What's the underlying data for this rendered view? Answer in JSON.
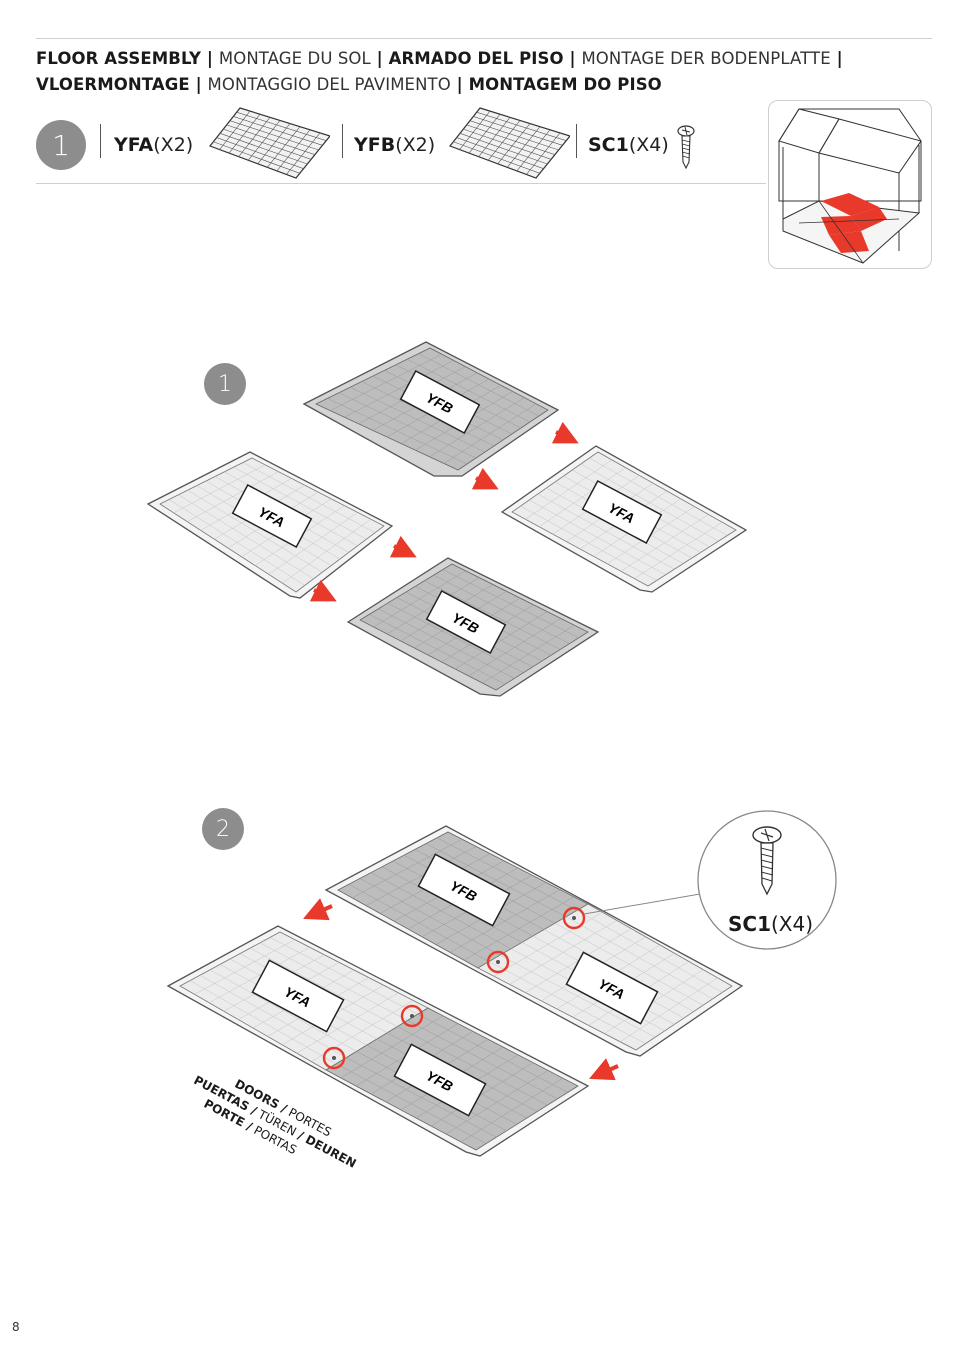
{
  "title": {
    "parts": [
      {
        "text": "FLOOR ASSEMBLY",
        "bold": true
      },
      {
        "text": " | ",
        "bold": true
      },
      {
        "text": "MONTAGE DU SOL",
        "bold": false
      },
      {
        "text": " | ",
        "bold": true
      },
      {
        "text": "ARMADO DEL PISO",
        "bold": true
      },
      {
        "text": " | ",
        "bold": true
      },
      {
        "text": "MONTAGE DER BODENPLATTE",
        "bold": false
      },
      {
        "text": " | ",
        "bold": true
      },
      {
        "text": "VLOERMONTAGE",
        "bold": true
      },
      {
        "text": " | ",
        "bold": true
      },
      {
        "text": "MONTAGGIO DEL PAVIMENTO",
        "bold": false
      },
      {
        "text": " | ",
        "bold": true
      },
      {
        "text": "MONTAGEM DO PISO",
        "bold": true
      }
    ]
  },
  "step_number": "1",
  "parts_list": [
    {
      "code": "YFA",
      "qty": "(X2)"
    },
    {
      "code": "YFB",
      "qty": "(X2)"
    },
    {
      "code": "SC1",
      "qty": "(X4)"
    }
  ],
  "substeps": [
    {
      "number": "1"
    },
    {
      "number": "2"
    }
  ],
  "panel_labels": {
    "yfa": "YFA",
    "yfb": "YFB"
  },
  "callout": {
    "code": "SC1",
    "qty": "(X4)"
  },
  "doors_label": {
    "line1_bold": "DOORS /",
    "line1_light": " PORTES",
    "line2_bold": "PUERTAS /",
    "line2_light": " TÜREN ",
    "line2_bold2": "/ DEUREN",
    "line3_bold": "PORTE /",
    "line3_light": " PORTAS"
  },
  "page_number": "8",
  "colors": {
    "accent": "#e8392b",
    "step_circle": "#8d8d8d",
    "panel_dark": "#bdbdbd",
    "panel_light": "#ececec"
  }
}
